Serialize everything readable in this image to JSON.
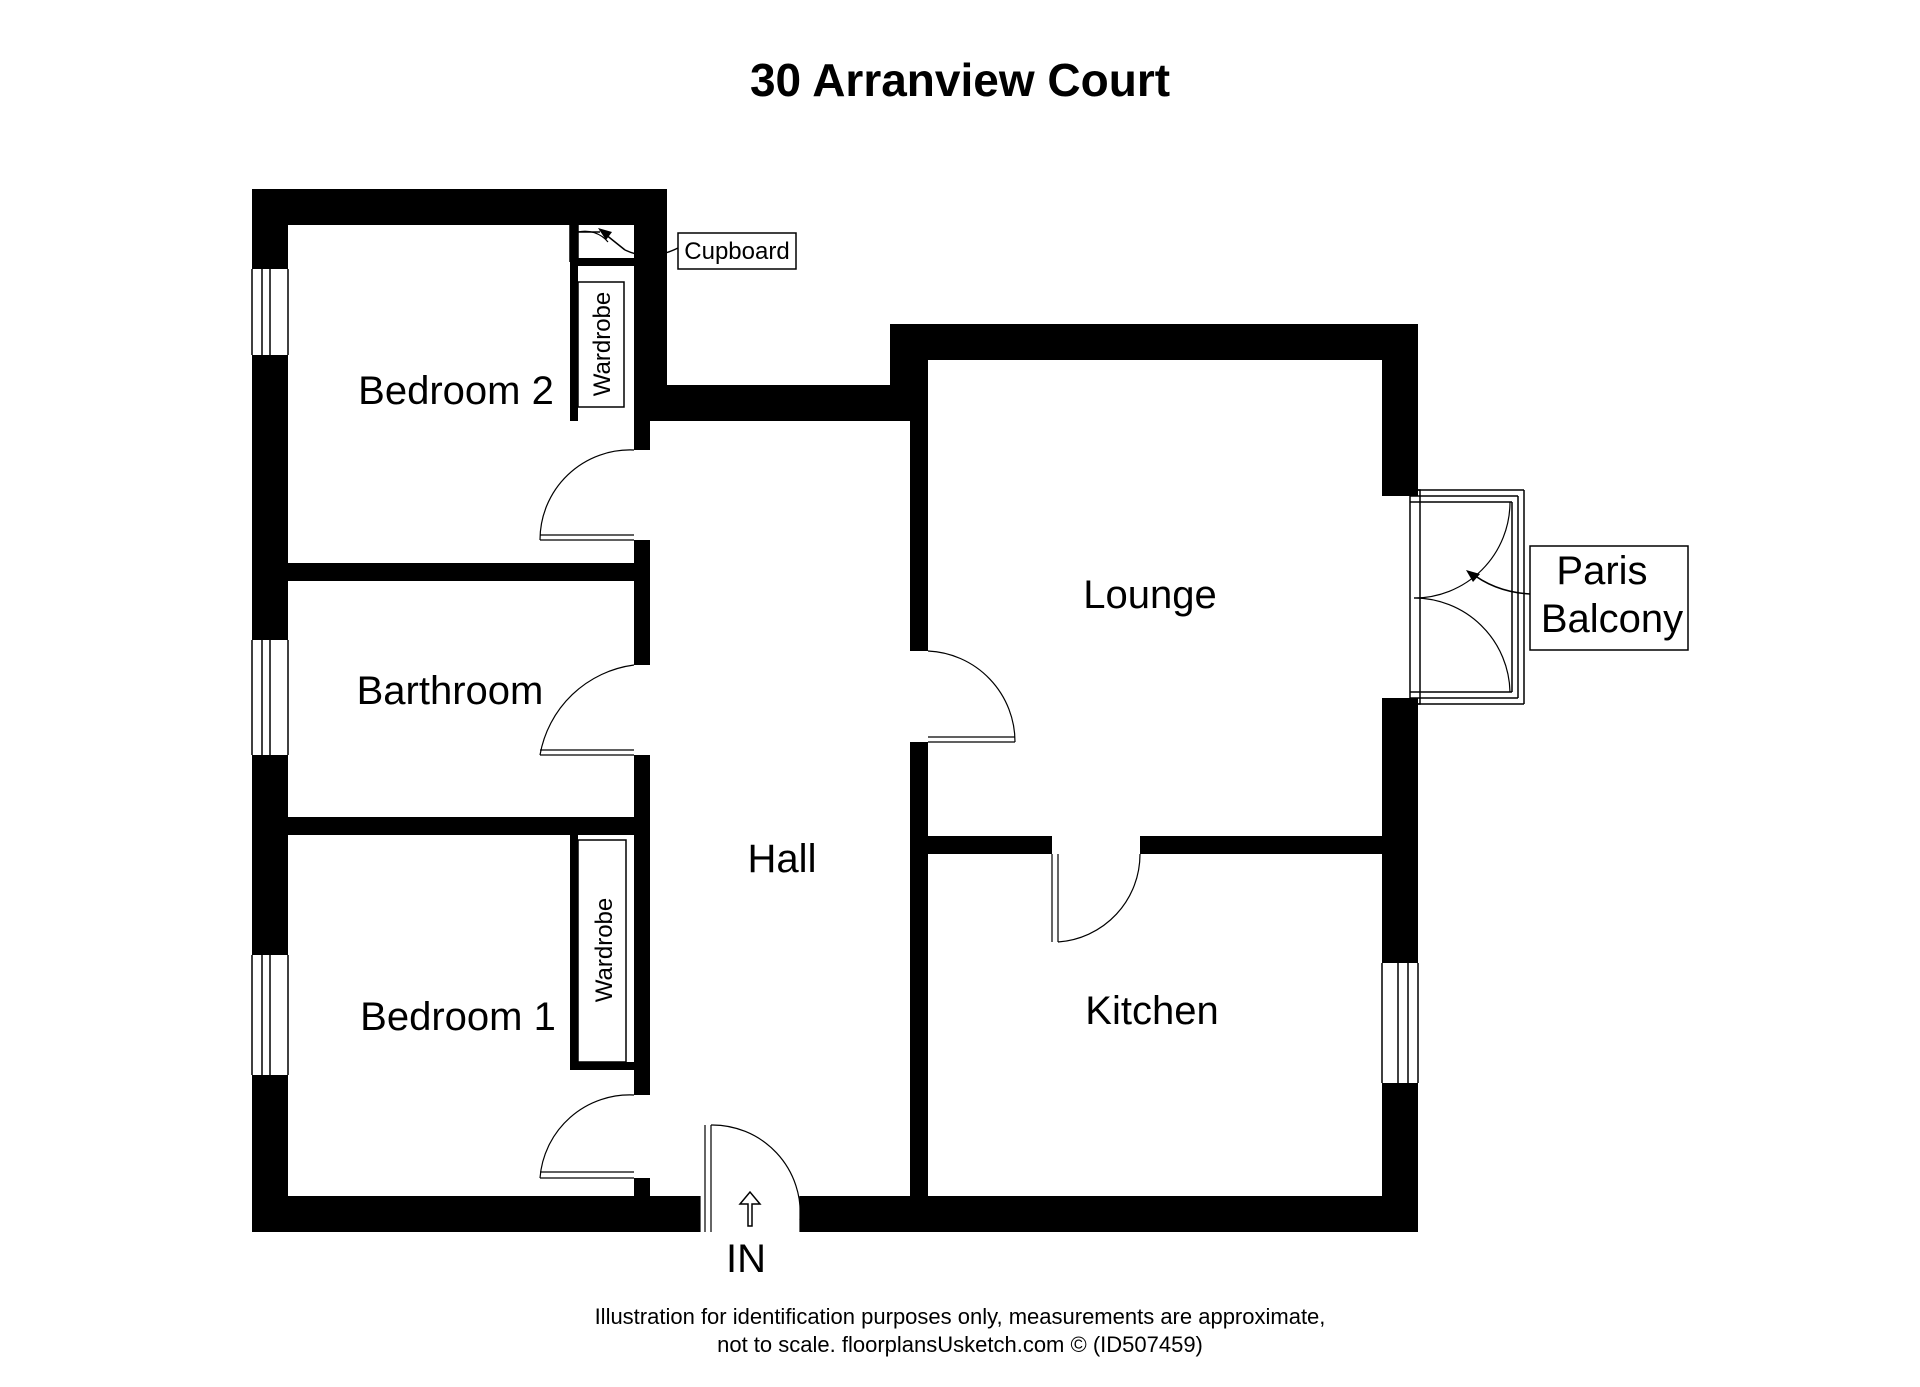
{
  "title": "30 Arranview Court",
  "rooms": {
    "bedroom_2": "Bedroom 2",
    "barthroom": "Barthroom",
    "bedroom_1": "Bedroom 1",
    "hall": "Hall",
    "lounge": "Lounge",
    "kitchen": "Kitchen"
  },
  "fixtures": {
    "wardrobe_upper": "Wardrobe",
    "wardrobe_lower": "Wardrobe",
    "cupboard": "Cupboard"
  },
  "callouts": {
    "paris_line1": "Paris",
    "paris_line2": "Balcony"
  },
  "entrance": "IN",
  "footer": {
    "line1": "Illustration for identification purposes only, measurements are approximate,",
    "line2": "not to scale. floorplansUsketch.com © (ID507459)"
  }
}
